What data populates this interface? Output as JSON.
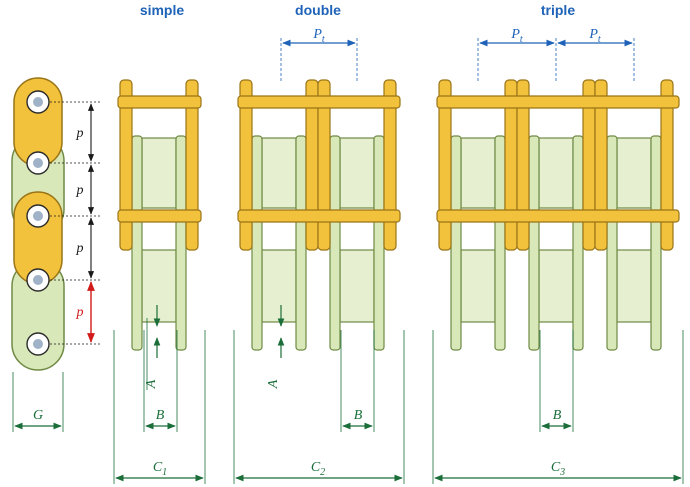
{
  "titles": {
    "simple": "simple",
    "double": "double",
    "triple": "triple"
  },
  "labels": {
    "pt_double": "Pt",
    "pt_triple_1": "Pt",
    "pt_triple_2": "Pt",
    "pitch_1": "p",
    "pitch_2": "p",
    "pitch_3": "p",
    "pitch_4": "p",
    "g": "G",
    "a_simple": "A",
    "a_double": "A",
    "b_simple": "B",
    "b_double": "B",
    "b_triple": "B",
    "c1": "C1",
    "c2": "C2",
    "c3": "C3"
  },
  "colors": {
    "outer_plate": "#f2c23c",
    "outer_plate_edge": "#9a7416",
    "inner_plate": "#d9e8b8",
    "inner_plate_edge": "#6f8a45",
    "roller": "#e6efcf",
    "title": "#1f63b8",
    "green_dim": "#1b6e3a",
    "blue_dim": "#1f63b8",
    "red_dim": "#d11a1a",
    "black_dim": "#1a1a1a"
  }
}
